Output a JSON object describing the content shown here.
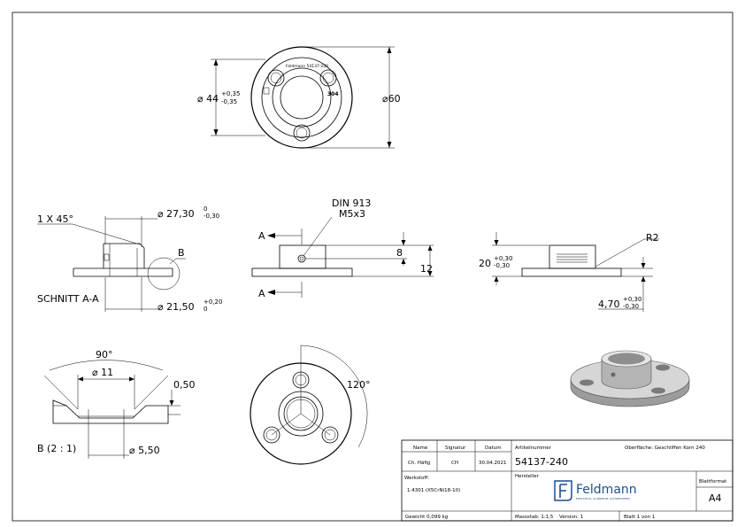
{
  "dims": {
    "d44": "⌀ 44",
    "d44_tol_up": "+0,35",
    "d44_tol_lo": "-0,35",
    "d60": "⌀60",
    "chamfer": "1 X 45°",
    "d27": "⌀ 27,30",
    "d27_tol_up": "0",
    "d27_tol_lo": "-0,30",
    "b_label": "B",
    "section": "SCHNITT A-A",
    "d21": "⌀ 21,50",
    "d21_tol_up": "+0,20",
    "d21_tol_lo": "0",
    "din": "DIN 913",
    "m5": "M5x3",
    "a_top": "A",
    "a_bottom": "A",
    "h8": "8",
    "h12": "12",
    "r2": "R2",
    "h20": "20",
    "h20_tol_up": "+0,30",
    "h20_tol_lo": "-0,30",
    "t470": "4,70",
    "t470_tol_up": "+0,30",
    "t470_tol_lo": "-0,30",
    "angle90": "90°",
    "d11": "⌀ 11",
    "d050": "0,50",
    "detail_b": "B (2 : 1)",
    "d550": "⌀ 5,50",
    "angle120": "120°"
  },
  "engraving": {
    "ring_text": "Feldmann 54137-240",
    "grade": "304"
  },
  "title_block": {
    "h_name": "Name",
    "h_signatur": "Signatur",
    "h_datum": "Datum",
    "v_name": "Ch. Häfig",
    "v_signatur": "CH",
    "v_datum": "30.04.2021",
    "l_artikel": "Artikelnummer",
    "v_artikel": "54137-240",
    "oberflaeche": "Oberfläche: Geschliffen Korn 240",
    "l_werkstoff": "Werkstoff:",
    "v_werkstoff": "1.4301 (X5CrNi18-10)",
    "l_hersteller": "Hersteller",
    "logo_text": "Feldmann",
    "logo_sub": "EDELSTAHL, ALUMINIUM, SCHWEISSEREI",
    "l_blattformat": "Blattformat",
    "v_blattformat": "A4",
    "gewicht": "Gewicht 0,099 kg",
    "massstab": "Massstab: 1:1,5",
    "version": "Version: 1",
    "blatt": "Blatt 1 von 1"
  }
}
